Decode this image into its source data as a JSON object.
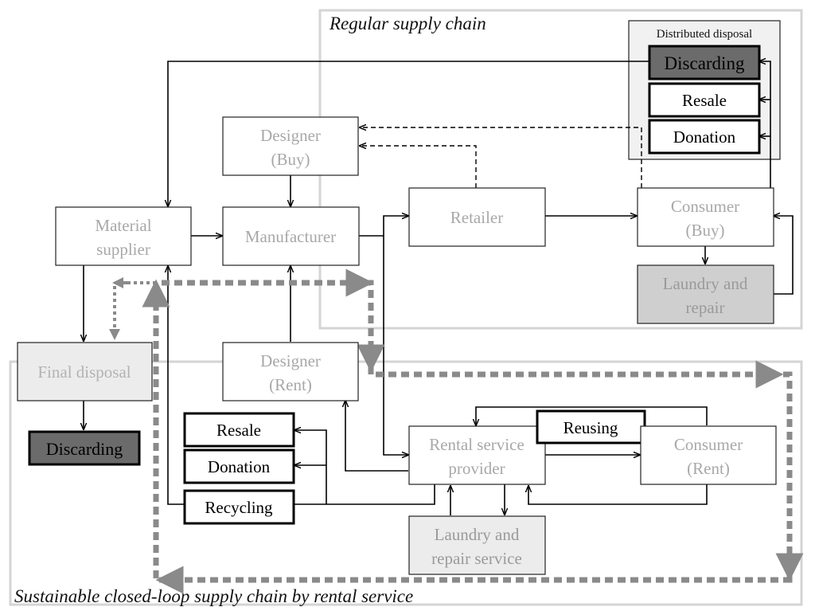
{
  "regions": {
    "regular_label": "Regular supply chain",
    "sustainable_label": "Sustainable closed-loop supply chain by rental service",
    "distributed_disposal_label": "Distributed disposal"
  },
  "nodes": {
    "designer_buy": [
      "Designer",
      "(Buy)"
    ],
    "material_supplier": [
      "Material",
      "supplier"
    ],
    "manufacturer": [
      "Manufacturer"
    ],
    "retailer": [
      "Retailer"
    ],
    "consumer_buy": [
      "Consumer",
      "(Buy)"
    ],
    "laundry_repair_buy": [
      "Laundry and",
      "repair"
    ],
    "discarding_top": [
      "Discarding"
    ],
    "resale_top": [
      "Resale"
    ],
    "donation_top": [
      "Donation"
    ],
    "final_disposal": [
      "Final disposal"
    ],
    "discarding_bottom": [
      "Discarding"
    ],
    "designer_rent": [
      "Designer",
      "(Rent)"
    ],
    "resale_bottom": [
      "Resale"
    ],
    "donation_bottom": [
      "Donation"
    ],
    "recycling": [
      "Recycling"
    ],
    "rental_provider": [
      "Rental service",
      "provider"
    ],
    "reusing": [
      "Reusing"
    ],
    "consumer_rent": [
      "Consumer",
      "(Rent)"
    ],
    "laundry_repair_service": [
      "Laundry and",
      "repair service"
    ]
  },
  "colors": {
    "region_border": "#d4d4d4",
    "loop_arrow": "#8a8a8a",
    "dark_box": "#6b6b6b",
    "gray_text": "#a8a8a8"
  }
}
